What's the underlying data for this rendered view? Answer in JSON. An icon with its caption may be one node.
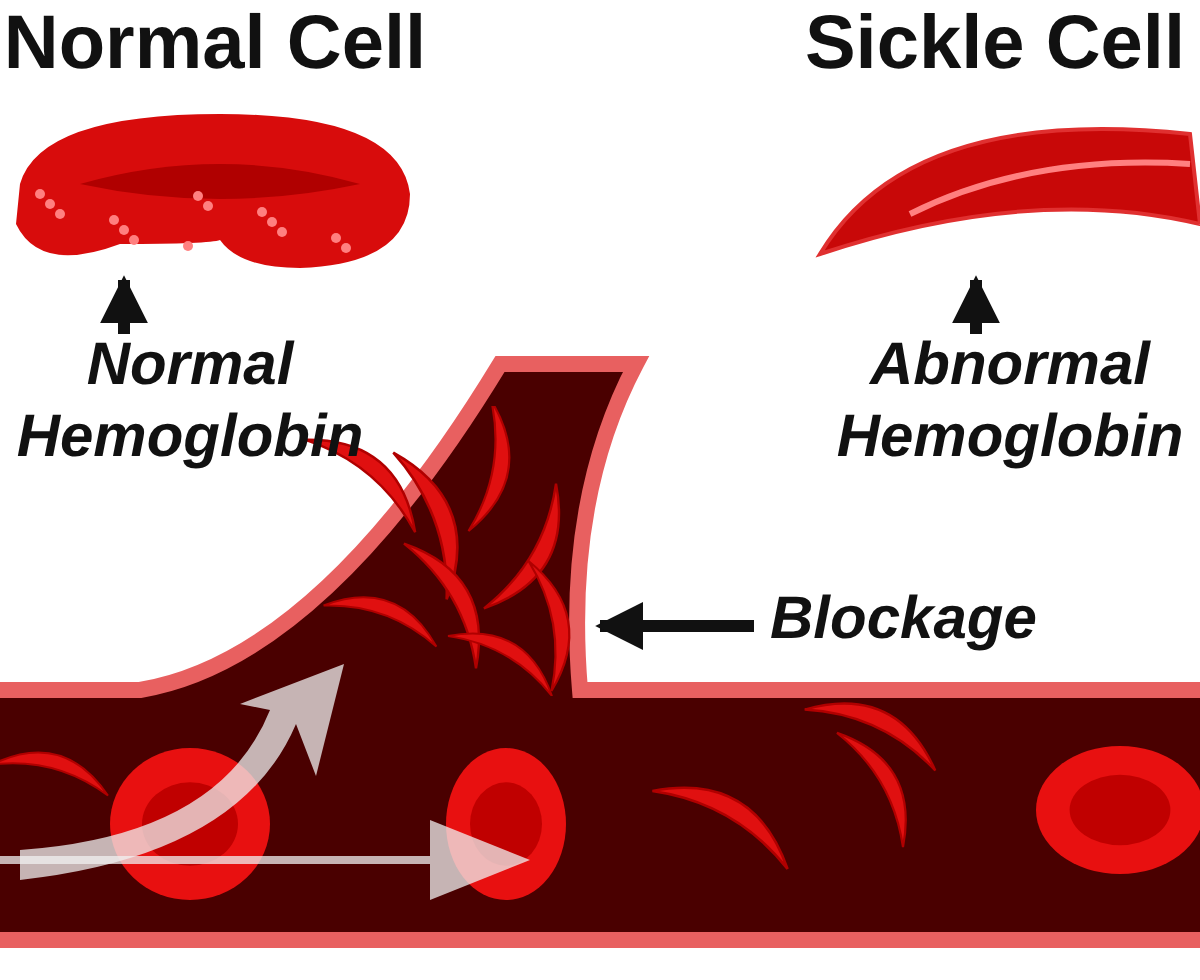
{
  "diagram": {
    "nodes": [
      {
        "text": [
          "Normal Cell"
        ]
      },
      {
        "text": [
          "Normal Hemoglobin"
        ]
      },
      {
        "text": [
          "Sickle Cell"
        ]
      },
      {
        "text": [
          "Abnormal Hemoglobin"
        ]
      },
      {
        "text": [
          "Blockage"
        ]
      },
      {
        "text": [],
        "shape": "picture"
      }
    ],
    "edges": [
      {
        "from": 1,
        "to": 0,
        "arrow": "to"
      },
      {
        "from": 3,
        "to": 2,
        "arrow": "to"
      },
      {
        "from": 4,
        "to": 5,
        "arrow": "to"
      }
    ]
  }
}
